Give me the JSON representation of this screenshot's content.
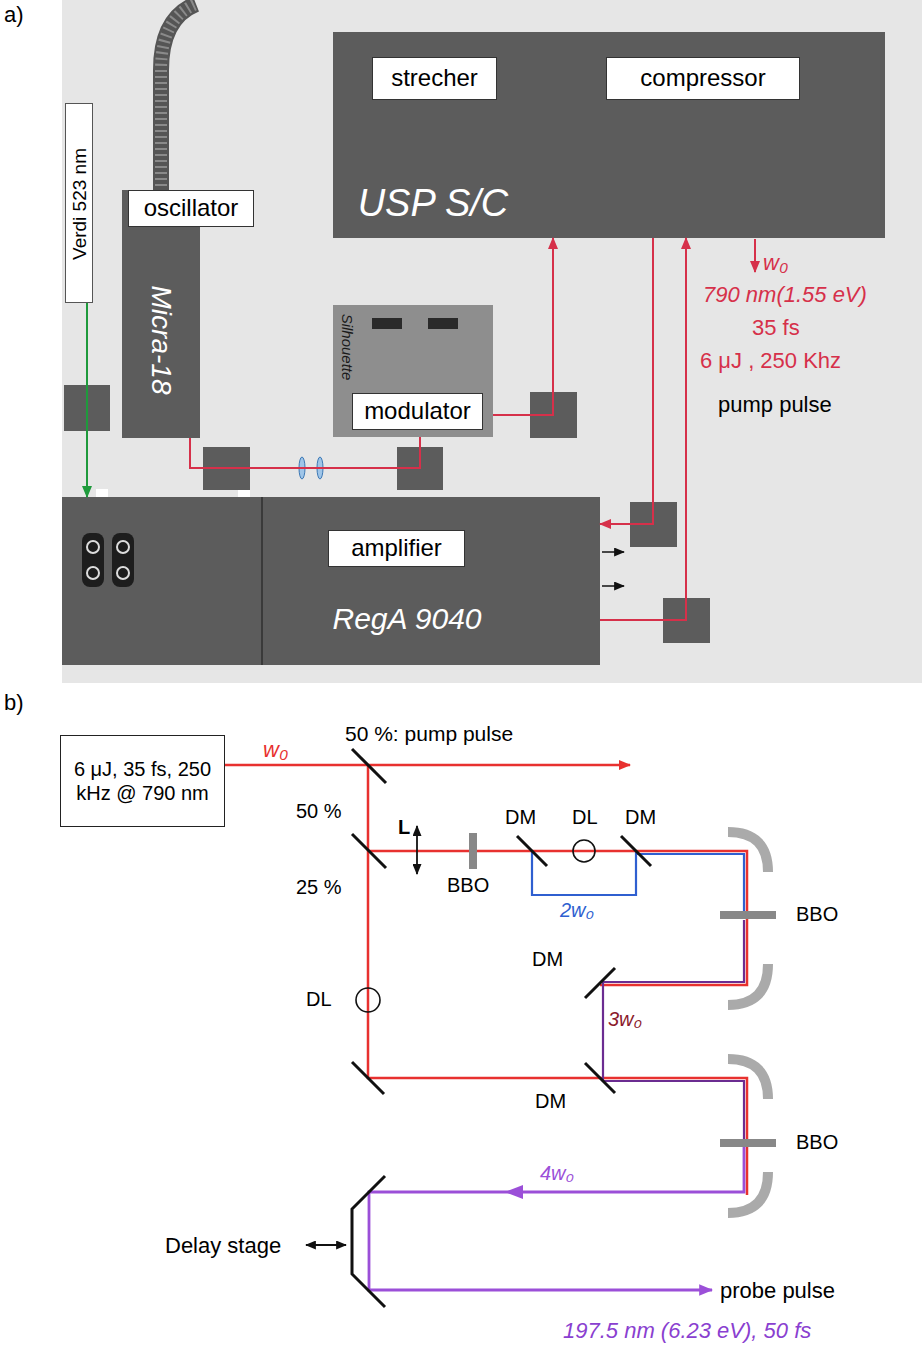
{
  "diagram": {
    "nodes": [
      {
        "text": [
          "USP S/C"
        ]
      },
      {
        "text": [
          "strecher"
        ],
        "in": 0
      },
      {
        "text": [
          "compressor"
        ],
        "in": 0
      },
      {
        "text": [
          "Verdi 523 nm"
        ]
      },
      {
        "text": [
          "Micra-18"
        ]
      },
      {
        "text": [
          "oscillator"
        ],
        "in": 4
      },
      {
        "text": [
          "Silhouette"
        ]
      },
      {
        "text": [
          "modulator"
        ],
        "in": 6
      },
      {
        "text": [
          "RegA 9040"
        ]
      },
      {
        "text": [
          "amplifier"
        ],
        "in": 8
      },
      {
        "text": [
          "6 μJ, 35 fs, 250 kHz @ 790 nm"
        ]
      }
    ],
    "edges": [
      {
        "from": 3,
        "to": 8,
        "arrow": "to"
      },
      {
        "from": 4,
        "to": 6,
        "arrow": "none"
      },
      {
        "from": 6,
        "to": 0,
        "arrow": "to"
      },
      {
        "from": 0,
        "to": 8,
        "arrow": "to"
      },
      {
        "from": 8,
        "to": 0,
        "arrow": "to"
      }
    ],
    "labels": [
      "a)",
      "w₀",
      "790 nm(1.55 eV)",
      "35 fs",
      "6 μJ , 250 Khz",
      "pump pulse",
      "b)",
      "w₀",
      "50 %: pump pulse",
      "50 %",
      "L",
      "BBO",
      "DM",
      "DL",
      "DM",
      "2w₀",
      "BBO",
      "25 %",
      "DL",
      "DM",
      "3w₀",
      "DM",
      "BBO",
      "4w₀",
      "Delay stage",
      "probe pulse",
      "197.5 nm (6.23 eV), 50 fs"
    ]
  }
}
